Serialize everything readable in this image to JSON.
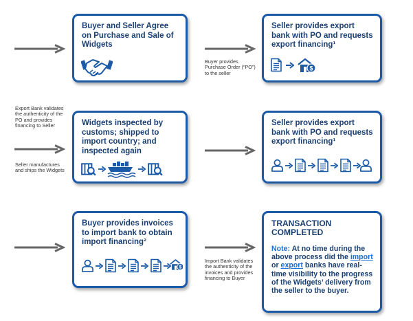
{
  "boxes": {
    "box1_title": "Buyer and Seller Agree on Purchase and Sale of Widgets",
    "box2_title": "Seller provides export bank with PO and requests export financing¹",
    "box3_title": "Widgets inspected by customs; shipped to import country; and inspected again",
    "box4_title": "Seller provides export bank with PO and requests export financing¹",
    "box5_title": "Buyer provides invoices to import bank to obtain import financing²",
    "box6_title": "TRANSACTION COMPLETED"
  },
  "final_note": {
    "label": "Note:",
    "part1": " At no time during the above process did the ",
    "import_word": "import",
    "part2": " or ",
    "export_word": "export",
    "part3": " banks have real-time visibility to the progress of the Widgets’ delivery from the seller to the buyer."
  },
  "notes": {
    "buyer_po": "Buyer provides Purchase Order (“PO”) to the seller",
    "export_bank_validates": "Export Bank validates the authenticity of the PO and provides financing to Seller",
    "seller_ships": "Seller manufactures and ships the Widgets",
    "import_bank_validates": "Import Bank validates the authenticity of the invoices and provides financing to Buyer"
  },
  "colors": {
    "box_border": "#1b5aa6",
    "title_text": "#1a3f72",
    "highlight": "#1b6fd6",
    "arrow": "#666666"
  }
}
